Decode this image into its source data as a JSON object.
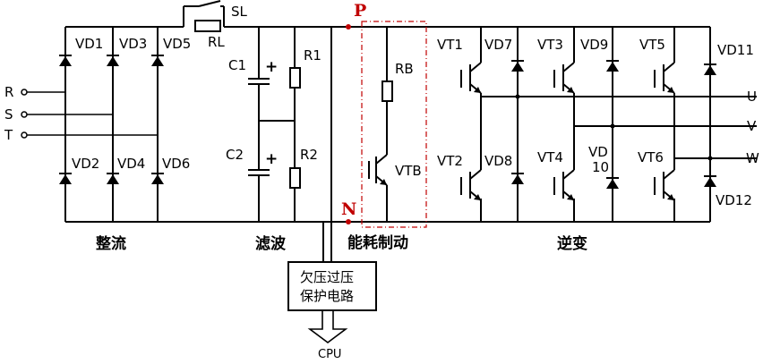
{
  "terminals_in": [
    "R",
    "S",
    "T"
  ],
  "terminals_out": [
    "U",
    "V",
    "W"
  ],
  "rectifier": {
    "diodes_top": [
      "VD1",
      "VD3",
      "VD5"
    ],
    "diodes_bottom": [
      "VD2",
      "VD4",
      "VD6"
    ],
    "section_label": "整流"
  },
  "precharge": {
    "switch": "SL",
    "resistor": "RL"
  },
  "filter": {
    "capacitors": [
      "C1",
      "C2"
    ],
    "resistors": [
      "R1",
      "R2"
    ],
    "plus_sign": "+",
    "section_label": "滤波"
  },
  "bus": {
    "positive": "P",
    "negative": "N"
  },
  "braking": {
    "resistor": "RB",
    "transistor": "VTB",
    "section_label": "能耗制动"
  },
  "inverter": {
    "transistors_top": [
      "VT1",
      "VT3",
      "VT5"
    ],
    "transistors_bottom": [
      "VT2",
      "VT4",
      "VT6"
    ],
    "diodes_top": [
      "VD7",
      "VD9",
      "VD11"
    ],
    "diodes_bottom": [
      "VD8",
      "VD12"
    ],
    "diode_vd10_line1": "VD",
    "diode_vd10_line2": "10",
    "section_label": "逆变"
  },
  "protection": {
    "line1": "欠压过压",
    "line2": "保护电路",
    "output": "CPU"
  },
  "colors": {
    "wire": "#000000",
    "highlight": "#c00000"
  }
}
